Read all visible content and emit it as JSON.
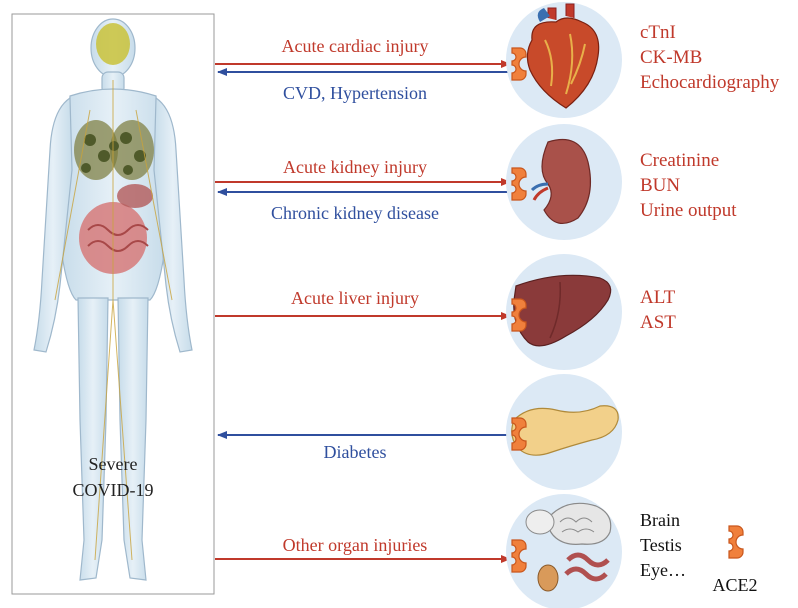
{
  "body_label": {
    "line1": "Severe",
    "line2": "COVID-19"
  },
  "links": [
    {
      "label": "Acute cardiac injury",
      "direction": "to-organ",
      "color": "#c0392b"
    },
    {
      "label": "CVD, Hypertension",
      "direction": "to-body",
      "color": "#2f4f9e"
    },
    {
      "label": "Acute kidney injury",
      "direction": "to-organ",
      "color": "#c0392b"
    },
    {
      "label": "Chronic kidney disease",
      "direction": "to-body",
      "color": "#2f4f9e"
    },
    {
      "label": "Acute liver injury",
      "direction": "to-organ",
      "color": "#c0392b"
    },
    {
      "label": "Diabetes",
      "direction": "to-body",
      "color": "#2f4f9e"
    },
    {
      "label": "Other organ injuries",
      "direction": "to-organ",
      "color": "#c0392b"
    }
  ],
  "organs": [
    {
      "icon": "heart-icon",
      "markers": [
        "cTnI",
        "CK-MB",
        "Echocardiography"
      ]
    },
    {
      "icon": "kidney-icon",
      "markers": [
        "Creatinine",
        "BUN",
        "Urine output"
      ]
    },
    {
      "icon": "liver-icon",
      "markers": [
        "ALT",
        "AST"
      ]
    },
    {
      "icon": "pancreas-icon",
      "markers": []
    },
    {
      "icon": "other-organs-icon",
      "markers": [
        "Brain",
        "Testis",
        "Eye…"
      ]
    }
  ],
  "legend": {
    "label": "ACE2",
    "icon": "ace2-receptor-icon"
  },
  "colors": {
    "injury": "#c0392b",
    "comorbidity": "#2f4f9e",
    "receptor": "#f0803c",
    "organ_bg": "#dce9f5"
  }
}
